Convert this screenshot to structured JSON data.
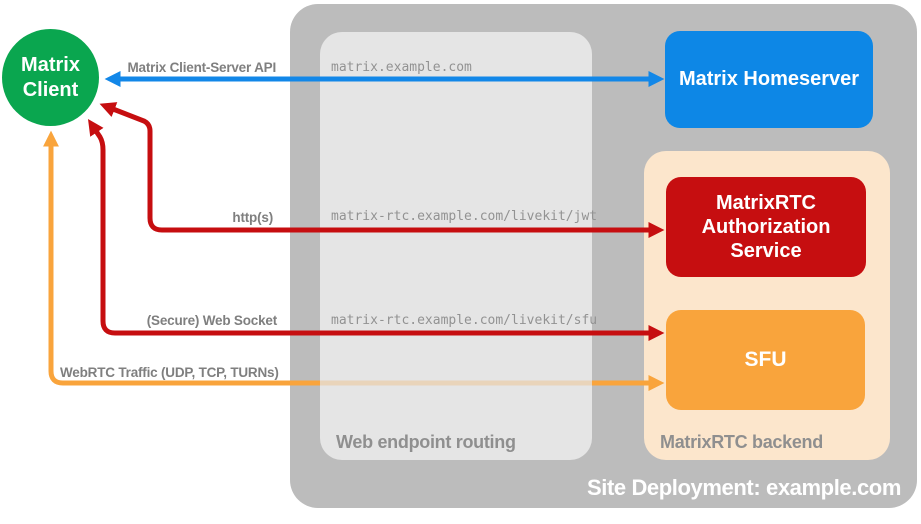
{
  "site": {
    "label": "Site Deployment: example.com"
  },
  "groups": {
    "routing": {
      "label": "Web endpoint routing"
    },
    "backend": {
      "label": "MatrixRTC backend"
    }
  },
  "nodes": {
    "client": {
      "label": "Matrix Client",
      "color": "#0aa64f"
    },
    "homeserver": {
      "label": "Matrix Homeserver",
      "color": "#0d87e6"
    },
    "auth": {
      "label": "MatrixRTC Authorization Service",
      "color": "#c60e10"
    },
    "sfu": {
      "label": "SFU",
      "color": "#f9a43c"
    }
  },
  "endpoints": [
    "matrix.example.com",
    "matrix-rtc.example.com/livekit/jwt",
    "matrix-rtc.example.com/livekit/sfu"
  ],
  "connections": [
    {
      "label": "Matrix Client-Server API",
      "color": "#1287e8",
      "bidirectional": true
    },
    {
      "label": "http(s)",
      "color": "#c60e10",
      "bidirectional": true
    },
    {
      "label": "(Secure) Web Socket",
      "color": "#c60e10",
      "bidirectional": true
    },
    {
      "label": "WebRTC Traffic (UDP, TCP, TURNs)",
      "color": "#f9a43c",
      "bidirectional": true
    }
  ]
}
